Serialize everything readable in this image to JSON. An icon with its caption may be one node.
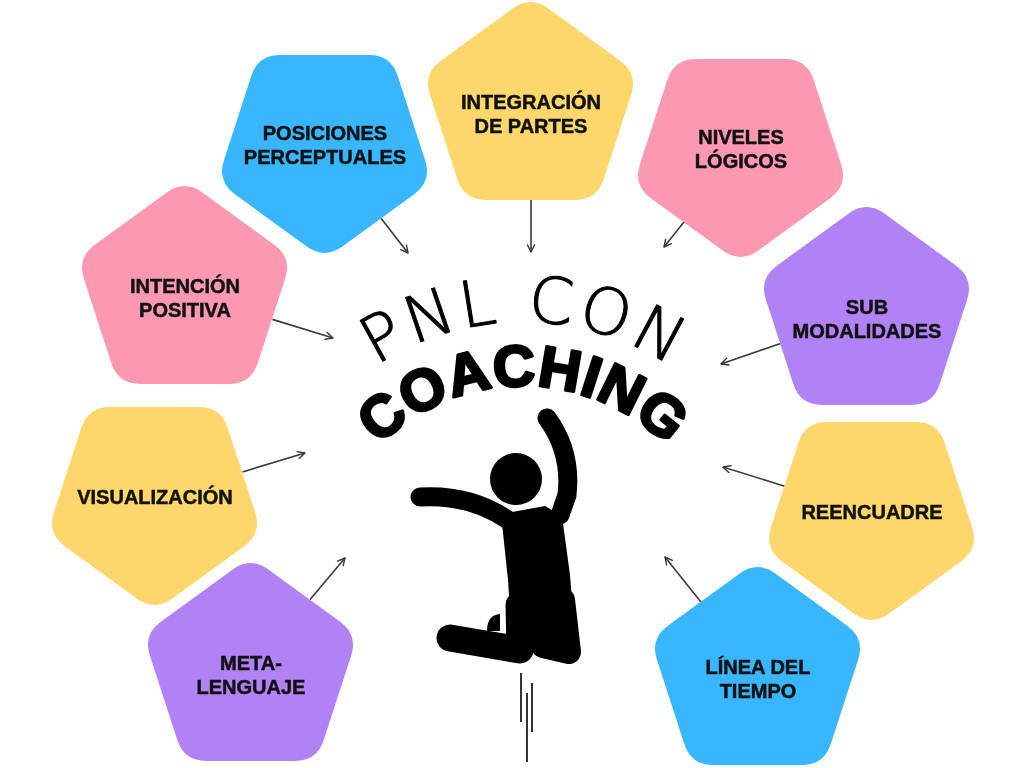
{
  "diagram": {
    "nodes": [
      {
        "text": [
          "INTEGRACIÓN DE PARTES"
        ]
      },
      {
        "text": [
          "POSICIONES PERCEPTUALES"
        ]
      },
      {
        "text": [
          "NIVELES LÓGICOS"
        ]
      },
      {
        "text": [
          "INTENCIÓN POSITIVA"
        ]
      },
      {
        "text": [
          "SUB MODALIDADES"
        ]
      },
      {
        "text": [
          "VISUALIZACIÓN"
        ]
      },
      {
        "text": [
          "REENCUADRE"
        ]
      },
      {
        "text": [
          "META-LENGUAJE"
        ]
      },
      {
        "text": [
          "LÍNEA DEL TIEMPO"
        ]
      }
    ],
    "edges": [
      {
        "from": 0,
        "to": null,
        "arrow": "to"
      },
      {
        "from": 1,
        "to": null,
        "arrow": "to"
      },
      {
        "from": 2,
        "to": null,
        "arrow": "to"
      },
      {
        "from": 3,
        "to": null,
        "arrow": "to"
      },
      {
        "from": 4,
        "to": null,
        "arrow": "to"
      },
      {
        "from": 5,
        "to": null,
        "arrow": "to"
      },
      {
        "from": 6,
        "to": null,
        "arrow": "to"
      },
      {
        "from": 7,
        "to": null,
        "arrow": "to"
      },
      {
        "from": 8,
        "to": null,
        "arrow": "to"
      }
    ],
    "labels": [
      "PNL CON",
      "COACHING"
    ]
  }
}
